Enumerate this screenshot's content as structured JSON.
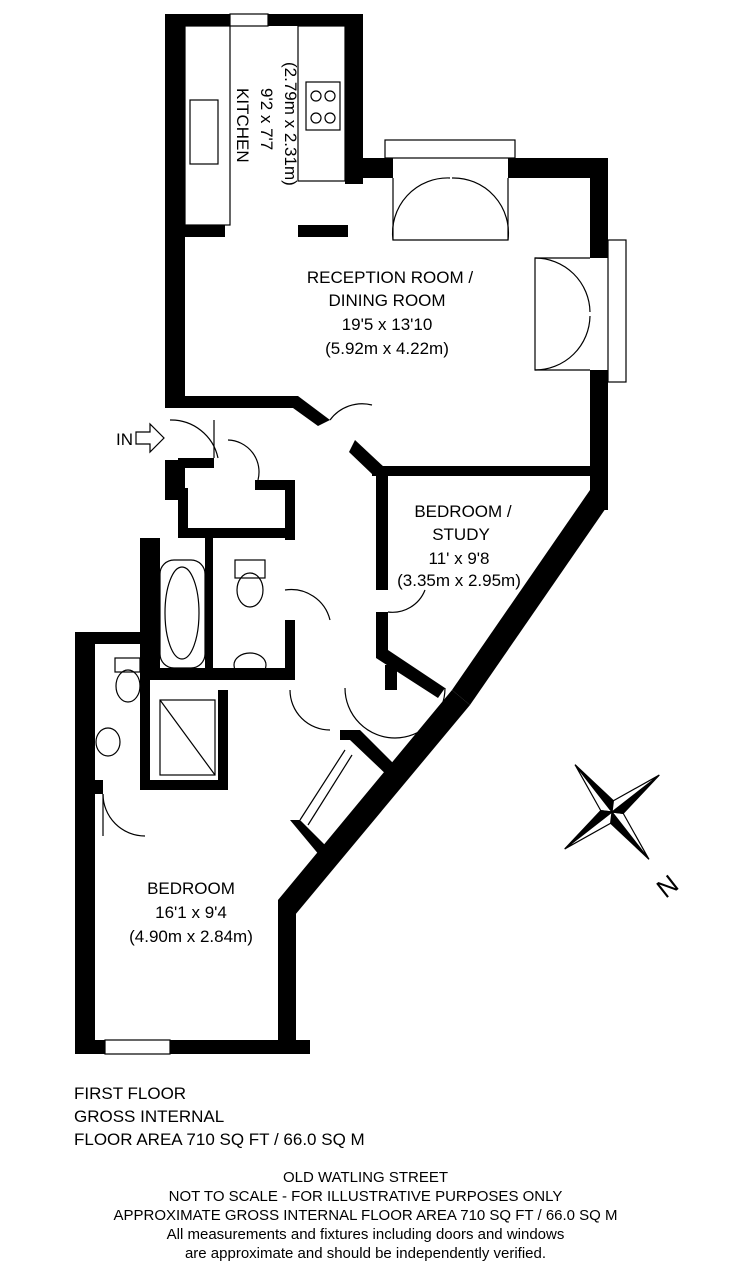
{
  "rooms": {
    "kitchen": {
      "name": "KITCHEN",
      "dims_imperial": "9'2 x 7'7",
      "dims_metric": "(2.79m x 2.31m)"
    },
    "reception": {
      "name_line1": "RECEPTION ROOM /",
      "name_line2": "DINING ROOM",
      "dims_imperial": "19'5 x 13'10",
      "dims_metric": "(5.92m x 4.22m)"
    },
    "study": {
      "name_line1": "BEDROOM /",
      "name_line2": "STUDY",
      "dims_imperial": "11' x 9'8",
      "dims_metric": "(3.35m x 2.95m)"
    },
    "bedroom": {
      "name": "BEDROOM",
      "dims_imperial": "16'1 x 9'4",
      "dims_metric": "(4.90m x 2.84m)"
    }
  },
  "entrance_label": "IN",
  "compass": {
    "label": "N",
    "icon": "compass-rose-icon"
  },
  "floor_info": {
    "line1": "FIRST FLOOR",
    "line2": "GROSS INTERNAL",
    "line3": "FLOOR AREA 710 SQ FT / 66.0 SQ M"
  },
  "disclaimer": {
    "line1": "OLD WATLING STREET",
    "line2": "NOT TO SCALE - FOR ILLUSTRATIVE PURPOSES ONLY",
    "line3": "APPROXIMATE GROSS INTERNAL FLOOR AREA 710 SQ FT / 66.0 SQ M",
    "line4": "All measurements and fixtures including doors and windows",
    "line5": "are approximate and should be independently verified."
  },
  "colors": {
    "wall": "#000000",
    "background": "#ffffff"
  }
}
